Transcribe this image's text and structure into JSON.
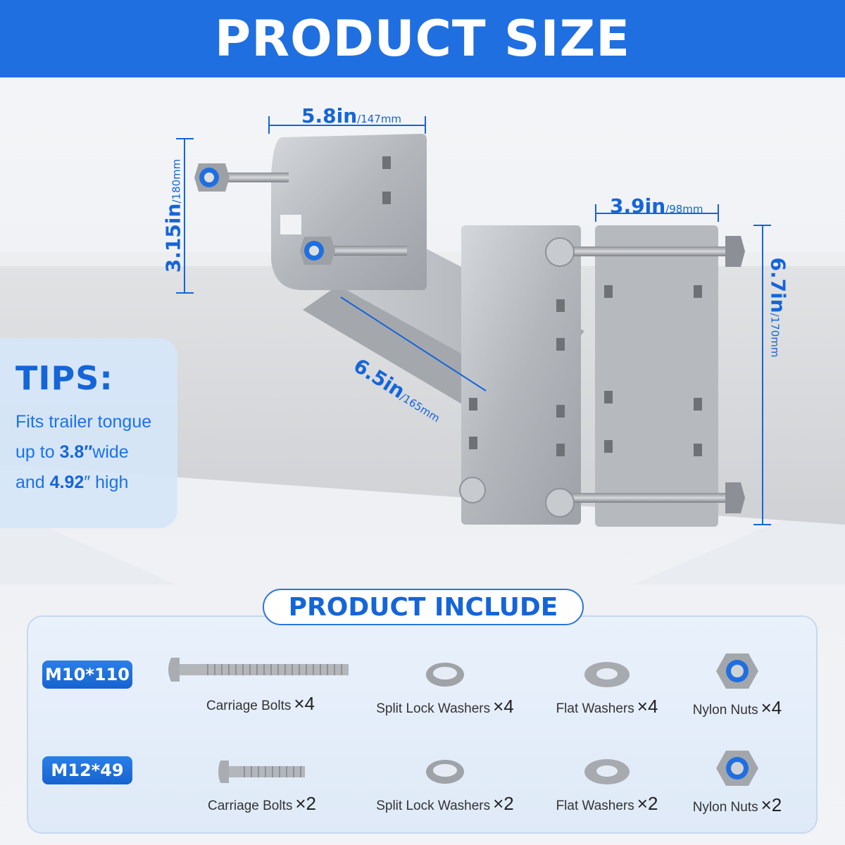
{
  "header": {
    "title": "PRODUCT SIZE"
  },
  "dimensions": {
    "width_top": {
      "main": "5.8in",
      "sub": "/147mm"
    },
    "height_left": {
      "main": "3.15in",
      "sub": "/180mm"
    },
    "length_diag": {
      "main": "6.5in",
      "sub": "/165mm"
    },
    "width_plate": {
      "main": "3.9in",
      "sub": "/98mm"
    },
    "height_plate": {
      "main": "6.7in",
      "sub": "/170mm"
    }
  },
  "tips": {
    "title": "TIPS:",
    "line1": "Fits trailer tongue",
    "line2_pre": "up to ",
    "line2_val": "3.8″",
    "line2_post": "wide",
    "line3_pre": "and ",
    "line3_val": "4.92",
    "line3_post": "″ high"
  },
  "include": {
    "title": "PRODUCT INCLUDE",
    "rows": [
      {
        "size": "M10*110",
        "items": [
          {
            "name": "Carriage Bolts",
            "qty": "×4",
            "icon": "carriage-bolt-long-icon"
          },
          {
            "name": "Split Lock Washers",
            "qty": "×4",
            "icon": "split-lock-washer-icon"
          },
          {
            "name": "Flat Washers",
            "qty": "×4",
            "icon": "flat-washer-icon"
          },
          {
            "name": "Nylon Nuts",
            "qty": "×4",
            "icon": "nylon-nut-icon"
          }
        ]
      },
      {
        "size": "M12*49",
        "items": [
          {
            "name": "Carriage Bolts",
            "qty": "×2",
            "icon": "carriage-bolt-short-icon"
          },
          {
            "name": "Split Lock Washers",
            "qty": "×2",
            "icon": "split-lock-washer-icon"
          },
          {
            "name": "Flat Washers",
            "qty": "×2",
            "icon": "flat-washer-icon"
          },
          {
            "name": "Nylon Nuts",
            "qty": "×2",
            "icon": "nylon-nut-icon"
          }
        ]
      }
    ]
  },
  "colors": {
    "accent": "#1f6fe0",
    "text_blue": "#1565d8",
    "steel": "#b9bdc2"
  }
}
